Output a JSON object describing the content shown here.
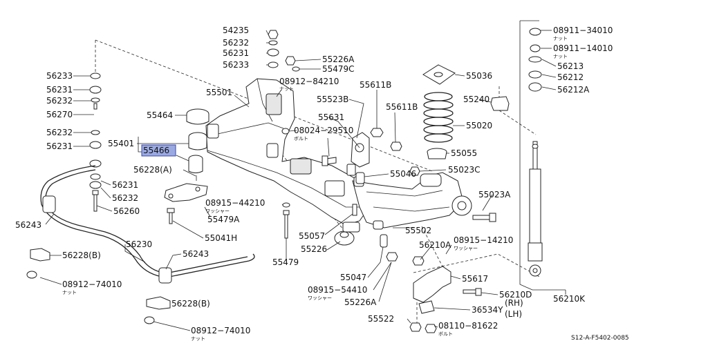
{
  "diagram": {
    "code": "S12-A-F5402-0085",
    "labels": [
      {
        "id": "54235",
        "text": "54235",
        "sub": ""
      },
      {
        "id": "56232a",
        "text": "56232",
        "sub": ""
      },
      {
        "id": "56231a",
        "text": "56231",
        "sub": ""
      },
      {
        "id": "56233a",
        "text": "56233",
        "sub": ""
      },
      {
        "id": "55226a",
        "text": "55226A",
        "sub": ""
      },
      {
        "id": "55479c",
        "text": "55479C",
        "sub": ""
      },
      {
        "id": "56233b",
        "text": "56233",
        "sub": ""
      },
      {
        "id": "56231b",
        "text": "56231",
        "sub": ""
      },
      {
        "id": "56232b",
        "text": "56232",
        "sub": ""
      },
      {
        "id": "56270",
        "text": "56270",
        "sub": ""
      },
      {
        "id": "56232c",
        "text": "56232",
        "sub": ""
      },
      {
        "id": "56231c",
        "text": "56231",
        "sub": ""
      },
      {
        "id": "55501",
        "text": "55501",
        "sub": ""
      },
      {
        "id": "0891284210",
        "text": "08912−84210",
        "sub": "ナット"
      },
      {
        "id": "55611b",
        "text": "55611B",
        "sub": ""
      },
      {
        "id": "55036",
        "text": "55036",
        "sub": ""
      },
      {
        "id": "55523b",
        "text": "55523B",
        "sub": ""
      },
      {
        "id": "55611b2",
        "text": "55611B",
        "sub": ""
      },
      {
        "id": "55464",
        "text": "55464",
        "sub": ""
      },
      {
        "id": "55631",
        "text": "55631",
        "sub": ""
      },
      {
        "id": "0802429510",
        "text": "08024−29510",
        "sub": "ボルト"
      },
      {
        "id": "55020",
        "text": "55020",
        "sub": ""
      },
      {
        "id": "55401",
        "text": "55401",
        "sub": ""
      },
      {
        "id": "55466",
        "text": "55466",
        "sub": ""
      },
      {
        "id": "55055",
        "text": "55055",
        "sub": ""
      },
      {
        "id": "55240",
        "text": "55240",
        "sub": ""
      },
      {
        "id": "56228a",
        "text": "56228(A)",
        "sub": ""
      },
      {
        "id": "55046",
        "text": "55046",
        "sub": ""
      },
      {
        "id": "55023c",
        "text": "55023C",
        "sub": ""
      },
      {
        "id": "56231d",
        "text": "56231",
        "sub": ""
      },
      {
        "id": "56232d",
        "text": "56232",
        "sub": ""
      },
      {
        "id": "56260",
        "text": "56260",
        "sub": ""
      },
      {
        "id": "0891544210",
        "text": "08915−44210",
        "sub": "ワッシャー"
      },
      {
        "id": "55479a",
        "text": "55479A",
        "sub": ""
      },
      {
        "id": "55023a",
        "text": "55023A",
        "sub": ""
      },
      {
        "id": "56243a",
        "text": "56243",
        "sub": ""
      },
      {
        "id": "55041h",
        "text": "55041H",
        "sub": ""
      },
      {
        "id": "55057",
        "text": "55057",
        "sub": ""
      },
      {
        "id": "55502",
        "text": "55502",
        "sub": ""
      },
      {
        "id": "55226",
        "text": "55226",
        "sub": ""
      },
      {
        "id": "56210a",
        "text": "56210A",
        "sub": ""
      },
      {
        "id": "0891514210",
        "text": "08915−14210",
        "sub": "ワッシャー"
      },
      {
        "id": "56230",
        "text": "56230",
        "sub": ""
      },
      {
        "id": "56228b1",
        "text": "56228(B)",
        "sub": ""
      },
      {
        "id": "56243b",
        "text": "56243",
        "sub": ""
      },
      {
        "id": "55479",
        "text": "55479",
        "sub": ""
      },
      {
        "id": "55047",
        "text": "55047",
        "sub": ""
      },
      {
        "id": "0891274010a",
        "text": "08912−74010",
        "sub": "ナット"
      },
      {
        "id": "0891554410",
        "text": "08915−54410",
        "sub": "ワッシャー"
      },
      {
        "id": "55617",
        "text": "55617",
        "sub": ""
      },
      {
        "id": "56210d",
        "text": "56210D",
        "sub": ""
      },
      {
        "id": "56210k",
        "text": "56210K",
        "sub": ""
      },
      {
        "id": "55226a2",
        "text": "55226A",
        "sub": ""
      },
      {
        "id": "56228b2",
        "text": "56228(B)",
        "sub": ""
      },
      {
        "id": "36534y",
        "text": "36534Y",
        "sub": ""
      },
      {
        "id": "rh",
        "text": "(RH)",
        "sub": ""
      },
      {
        "id": "lh",
        "text": "(LH)",
        "sub": ""
      },
      {
        "id": "55522",
        "text": "55522",
        "sub": ""
      },
      {
        "id": "0811081622",
        "text": "08110−81622",
        "sub": "ボルト"
      },
      {
        "id": "0891274010b",
        "text": "08912−74010",
        "sub": "ナット"
      },
      {
        "id": "0891134010",
        "text": "08911−34010",
        "sub": "ナット"
      },
      {
        "id": "0891114010",
        "text": "08911−14010",
        "sub": "ナット"
      },
      {
        "id": "56213",
        "text": "56213",
        "sub": ""
      },
      {
        "id": "56212",
        "text": "56212",
        "sub": ""
      },
      {
        "id": "56212a",
        "text": "56212A",
        "sub": ""
      }
    ]
  }
}
